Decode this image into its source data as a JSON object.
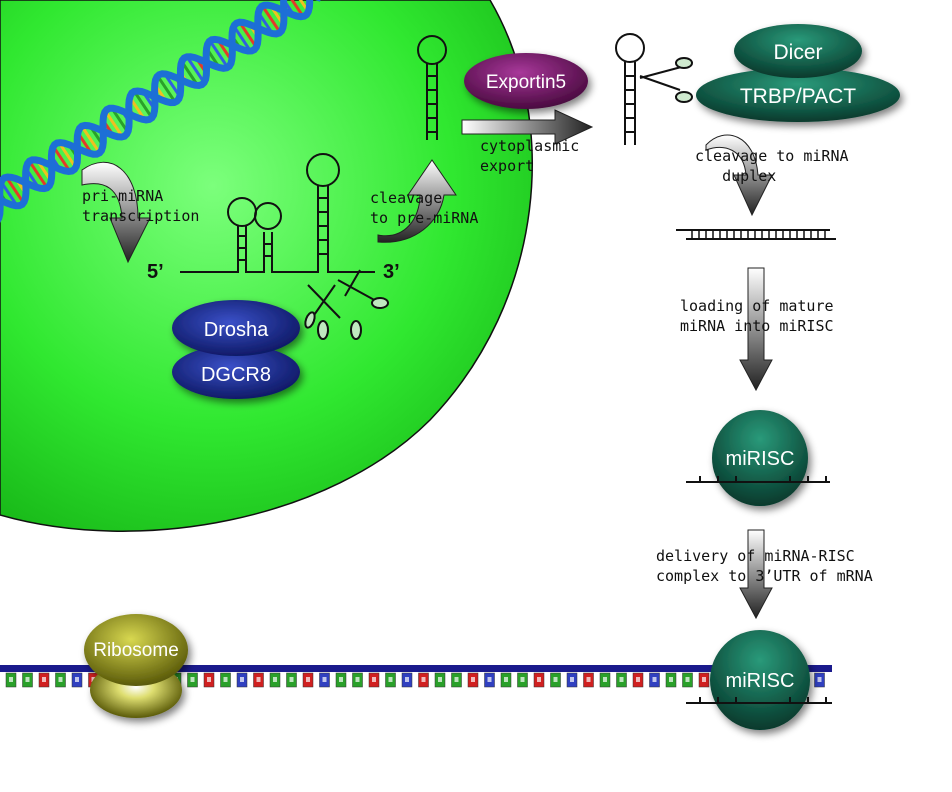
{
  "labels": {
    "pri_mirna": "pri-miRNA\ntranscription",
    "five_prime": "5’",
    "three_prime": "3’",
    "cleavage_pre": "cleavage\nto pre-miRNA",
    "cytoplasmic_export": "cytoplasmic\nexport",
    "cleavage_duplex": "cleavage to miRNA\n   duplex",
    "loading": "loading of mature\nmiRNA into miRISC",
    "delivery": "delivery of miRNA-RISC\ncomplex to 3’UTR of mRNA"
  },
  "proteins": {
    "drosha": "Drosha",
    "dgcr8": "DGCR8",
    "exportin": "Exportin5",
    "dicer": "Dicer",
    "trbp": "TRBP/PACT",
    "mirisc_1": "miRISC",
    "mirisc_2": "miRISC",
    "ribosome": "Ribosome"
  },
  "colors": {
    "nucleus": "#2ee62e",
    "drosha": "#1c2e8c",
    "exportin": "#7a1a6e",
    "dicer": "#0f6650",
    "mirisc": "#0f6650",
    "ribosome": "#9a9a14",
    "mrna_backbone": "#1a1a8c"
  }
}
